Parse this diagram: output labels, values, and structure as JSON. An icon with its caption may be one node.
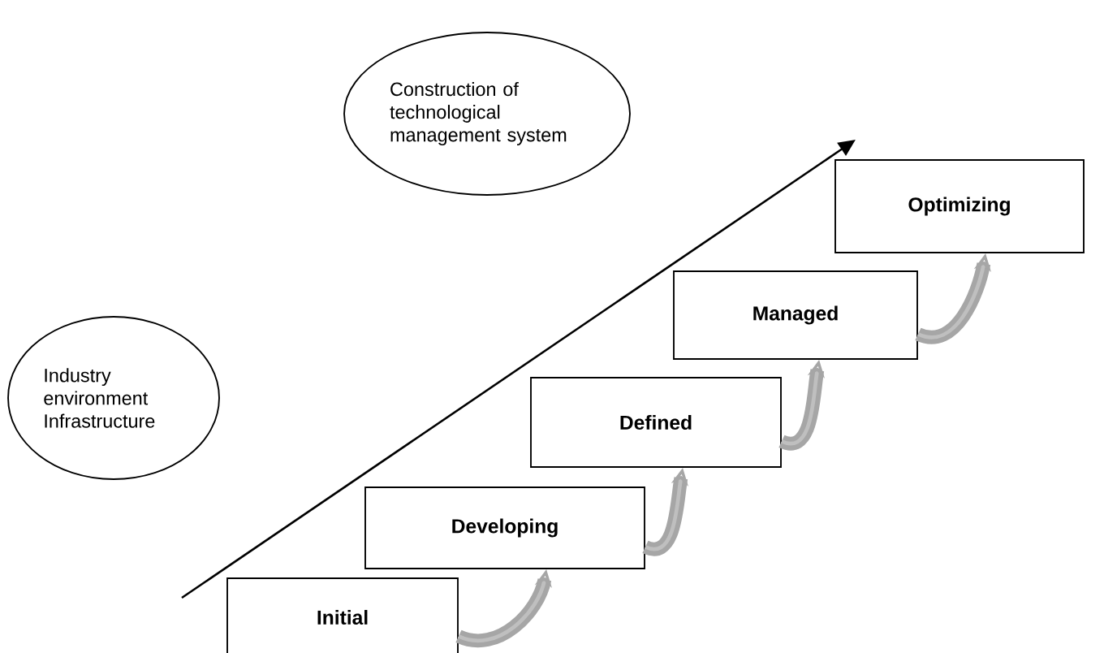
{
  "diagram": {
    "nodes": [
      {
        "text": [
          "Construction of technological management system"
        ]
      },
      {
        "text": [
          "Industry environment Infrastructure"
        ]
      },
      {
        "text": [
          "Initial"
        ]
      },
      {
        "text": [
          "Developing"
        ]
      },
      {
        "text": [
          "Defined"
        ]
      },
      {
        "text": [
          "Managed"
        ]
      },
      {
        "text": [
          "Optimizing"
        ]
      }
    ],
    "edges": [
      {
        "from": 2,
        "to": 3,
        "arrow": "to"
      },
      {
        "from": 3,
        "to": 4,
        "arrow": "to"
      },
      {
        "from": 4,
        "to": 5,
        "arrow": "to"
      },
      {
        "from": 5,
        "to": 6,
        "arrow": "to"
      }
    ]
  }
}
